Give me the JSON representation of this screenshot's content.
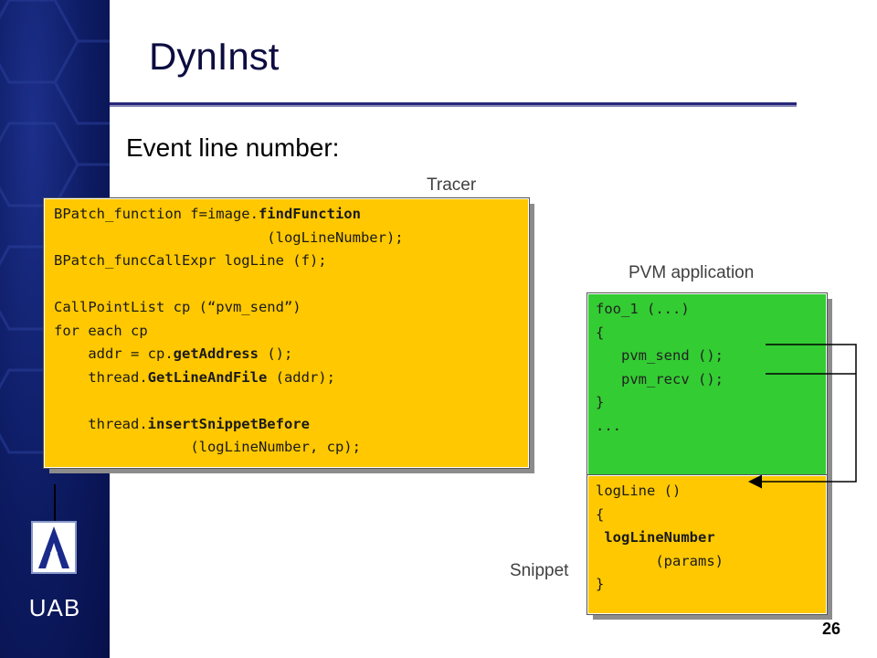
{
  "slide": {
    "title": "DynInst",
    "subtitle": "Event line number:",
    "page_number": "26"
  },
  "sidebar": {
    "logo_text": "UAB"
  },
  "labels": {
    "tracer": "Tracer",
    "pvm_application": "PVM application",
    "snippet": "Snippet"
  },
  "tracer_code": [
    [
      "BPatch_function f=image.",
      "findFunction",
      ""
    ],
    [
      "                         ",
      "",
      "(logLineNumber);"
    ],
    [
      "BPatch_funcCallExpr logLine (f);",
      "",
      ""
    ],
    [
      "",
      "",
      ""
    ],
    [
      "CallPointList cp (“pvm_send”)",
      "",
      ""
    ],
    [
      "for each cp",
      "",
      ""
    ],
    [
      "    addr = cp.",
      "getAddress",
      " ();"
    ],
    [
      "    thread.",
      "GetLineAndFile",
      " (addr);"
    ],
    [
      "",
      "",
      ""
    ],
    [
      "    thread.",
      "insertSnippetBefore",
      ""
    ],
    [
      "                ",
      "",
      "(logLineNumber, cp);"
    ]
  ],
  "pvm_code": [
    "foo_1 (...)",
    "{",
    "   pvm_send ();",
    "   pvm_recv ();",
    "}",
    "..."
  ],
  "snippet_code": [
    [
      "logLine ()",
      false
    ],
    [
      "{",
      false
    ],
    [
      " logLineNumber",
      true
    ],
    [
      "       (params)",
      false
    ],
    [
      "}",
      false
    ]
  ],
  "colors": {
    "code_box": "#ffc800",
    "pvm_box": "#33cc33",
    "sidebar": "#0c1a60"
  }
}
